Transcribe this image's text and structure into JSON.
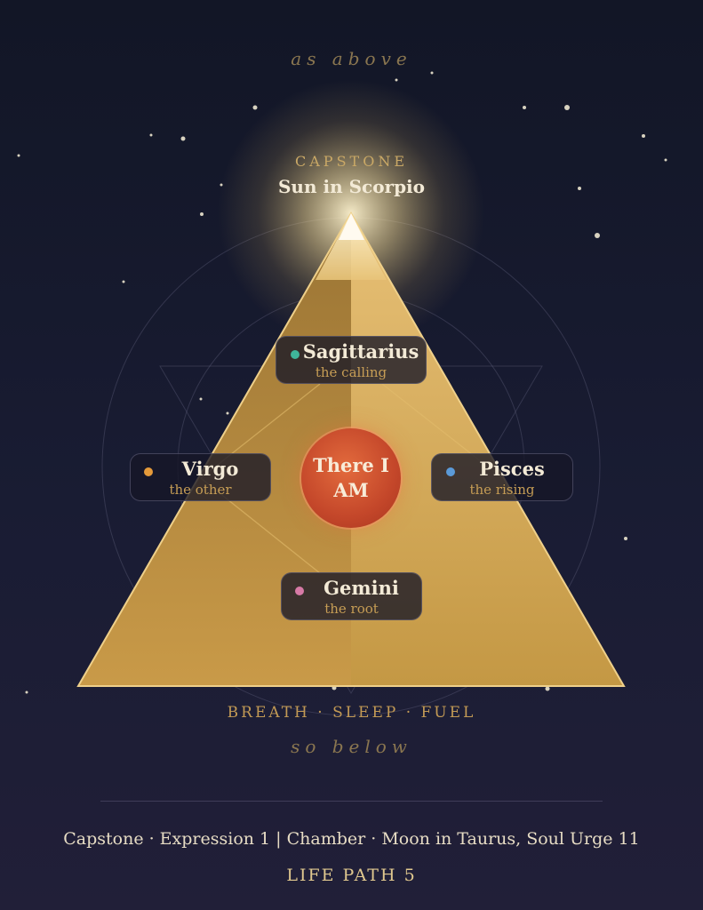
{
  "header": {
    "top_motto": "as above"
  },
  "capstone": {
    "label": "CAPSTONE",
    "value": "Sun in Scorpio"
  },
  "nodes": {
    "top": {
      "name": "Sagittarius",
      "role": "the calling",
      "dot_color": "#3fb59a"
    },
    "left": {
      "name": "Virgo",
      "role": "the other",
      "dot_color": "#e59a3a"
    },
    "right": {
      "name": "Pisces",
      "role": "the rising",
      "dot_color": "#5b9ad8"
    },
    "bottom": {
      "name": "Gemini",
      "role": "the root",
      "dot_color": "#d77aa6"
    }
  },
  "center": {
    "text": "There I AM"
  },
  "pillars": "BREATH · SLEEP · FUEL",
  "bottom_motto": "so below",
  "footer": {
    "summary": "Capstone · Expression 1 | Chamber · Moon in Taurus, Soul Urge 11",
    "life_path": "LIFE PATH 5"
  },
  "colors": {
    "gold_light": "#d8b066",
    "gold_dark": "#9a7634",
    "sky": "#141829",
    "accent_red": "#c4472a"
  }
}
